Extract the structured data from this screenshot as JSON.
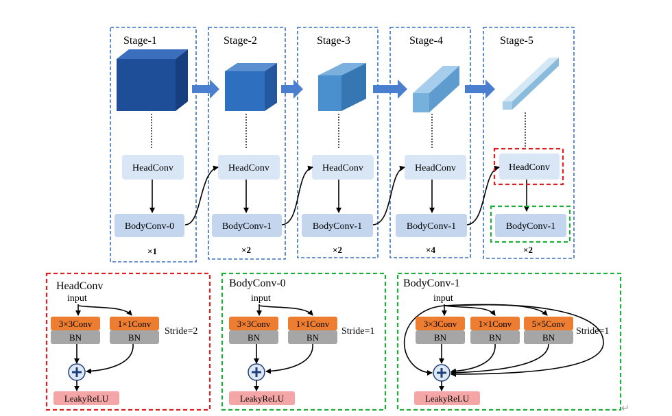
{
  "stages": [
    {
      "title": "Stage-1",
      "head": "HeadConv",
      "body": "BodyConv-0",
      "mult": "×1"
    },
    {
      "title": "Stage-2",
      "head": "HeadConv",
      "body": "BodyConv-1",
      "mult": "×2"
    },
    {
      "title": "Stage-3",
      "head": "HeadConv",
      "body": "BodyConv-1",
      "mult": "×2"
    },
    {
      "title": "Stage-4",
      "head": "HeadConv",
      "body": "BodyConv-1",
      "mult": "×4"
    },
    {
      "title": "Stage-5",
      "head": "HeadConv",
      "body": "BodyConv-1",
      "mult": "×2"
    }
  ],
  "colors": {
    "cube1": "#1f4e99",
    "cube2": "#2f6fbf",
    "cube3": "#4a90cf",
    "cube4": "#76b1de",
    "cube5": "#a9d0ea",
    "arrow": "#4a7fcf",
    "conv": "#ed7d31",
    "bn": "#a6a6a6",
    "relu": "#f4a6a6",
    "headconv_frame": "#e02020",
    "bodyconv_frame": "#1fae3a"
  },
  "headconv_panel": {
    "title": "HeadConv",
    "input": "input",
    "convs": [
      "3×3Conv",
      "1×1Conv"
    ],
    "bn": "BN",
    "stride": "Stride=2",
    "activation": "LeakyReLU"
  },
  "bodyconv0_panel": {
    "title": "BodyConv-0",
    "input": "input",
    "convs": [
      "3×3Conv",
      "1×1Conv"
    ],
    "bn": "BN",
    "stride": "Stride=1",
    "activation": "LeakyReLU"
  },
  "bodyconv1_panel": {
    "title": "BodyConv-1",
    "input": "input",
    "convs": [
      "3×3Conv",
      "1×1Conv",
      "5×5Conv"
    ],
    "bn": "BN",
    "stride": "Stride=1",
    "activation": "LeakyReLU"
  },
  "return_mark": "↵"
}
